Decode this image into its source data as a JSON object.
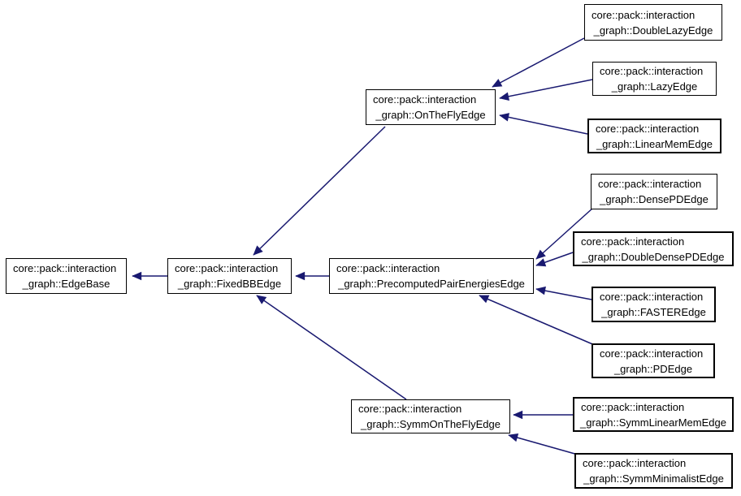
{
  "diagram": {
    "type": "inheritance-graph",
    "colors": {
      "arrow": "#191970",
      "node_border": "#000000",
      "node_fill": "#ffffff",
      "background": "#ffffff",
      "text": "#000000"
    },
    "nodes": [
      {
        "id": "EdgeBase",
        "line1": "core::pack::interaction",
        "line2": "_graph::EdgeBase"
      },
      {
        "id": "FixedBBEdge",
        "line1": "core::pack::interaction",
        "line2": "_graph::FixedBBEdge"
      },
      {
        "id": "OnTheFlyEdge",
        "line1": "core::pack::interaction",
        "line2": "_graph::OnTheFlyEdge"
      },
      {
        "id": "PrecomputedPairEnergiesEdge",
        "line1": "core::pack::interaction",
        "line2": "_graph::PrecomputedPairEnergiesEdge"
      },
      {
        "id": "SymmOnTheFlyEdge",
        "line1": "core::pack::interaction",
        "line2": "_graph::SymmOnTheFlyEdge"
      },
      {
        "id": "DoubleLazyEdge",
        "line1": "core::pack::interaction",
        "line2": "_graph::DoubleLazyEdge"
      },
      {
        "id": "LazyEdge",
        "line1": "core::pack::interaction",
        "line2": "_graph::LazyEdge"
      },
      {
        "id": "LinearMemEdge",
        "line1": "core::pack::interaction",
        "line2": "_graph::LinearMemEdge"
      },
      {
        "id": "DensePDEdge",
        "line1": "core::pack::interaction",
        "line2": "_graph::DensePDEdge"
      },
      {
        "id": "DoubleDensePDEdge",
        "line1": "core::pack::interaction",
        "line2": "_graph::DoubleDensePDEdge"
      },
      {
        "id": "FASTEREdge",
        "line1": "core::pack::interaction",
        "line2": "_graph::FASTEREdge"
      },
      {
        "id": "PDEdge",
        "line1": "core::pack::interaction",
        "line2": "_graph::PDEdge"
      },
      {
        "id": "SymmLinearMemEdge",
        "line1": "core::pack::interaction",
        "line2": "_graph::SymmLinearMemEdge"
      },
      {
        "id": "SymmMinimalistEdge",
        "line1": "core::pack::interaction",
        "line2": "_graph::SymmMinimalistEdge"
      }
    ],
    "edges": [
      {
        "derived": "FixedBBEdge",
        "base": "EdgeBase"
      },
      {
        "derived": "PrecomputedPairEnergiesEdge",
        "base": "FixedBBEdge"
      },
      {
        "derived": "OnTheFlyEdge",
        "base": "FixedBBEdge"
      },
      {
        "derived": "SymmOnTheFlyEdge",
        "base": "FixedBBEdge"
      },
      {
        "derived": "DoubleLazyEdge",
        "base": "OnTheFlyEdge"
      },
      {
        "derived": "LazyEdge",
        "base": "OnTheFlyEdge"
      },
      {
        "derived": "LinearMemEdge",
        "base": "OnTheFlyEdge"
      },
      {
        "derived": "DensePDEdge",
        "base": "PrecomputedPairEnergiesEdge"
      },
      {
        "derived": "DoubleDensePDEdge",
        "base": "PrecomputedPairEnergiesEdge"
      },
      {
        "derived": "FASTEREdge",
        "base": "PrecomputedPairEnergiesEdge"
      },
      {
        "derived": "PDEdge",
        "base": "PrecomputedPairEnergiesEdge"
      },
      {
        "derived": "SymmLinearMemEdge",
        "base": "SymmOnTheFlyEdge"
      },
      {
        "derived": "SymmMinimalistEdge",
        "base": "SymmOnTheFlyEdge"
      }
    ]
  }
}
